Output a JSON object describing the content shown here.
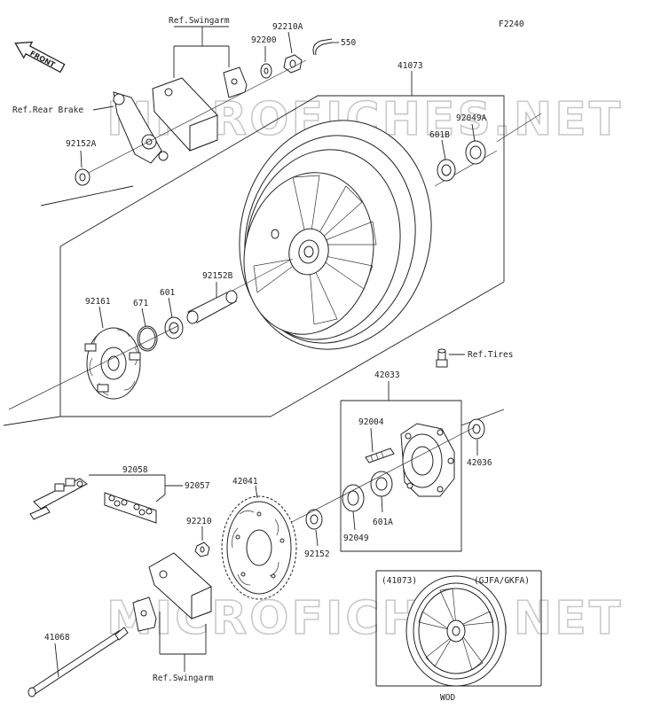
{
  "diagram_code": "F2240",
  "front_arrow_label": "FRONT",
  "watermark": "MICROFICHES.NET",
  "inset": {
    "ref": "(41073)",
    "variant": "(GJFA/GKFA)",
    "caption": "WOD"
  },
  "labels": {
    "ref_swingarm_top": "Ref.Swingarm",
    "ref_swingarm_bottom": "Ref.Swingarm",
    "ref_rear_brake": "Ref.Rear Brake",
    "ref_tires": "Ref.Tires",
    "p92210A": "92210A",
    "p550": "550",
    "p92200": "92200",
    "p41073": "41073",
    "p92049A": "92049A",
    "p601B": "601B",
    "p92152A": "92152A",
    "p92152B": "92152B",
    "p92161": "92161",
    "p671": "671",
    "p601": "601",
    "p42033": "42033",
    "p92004": "92004",
    "p42036": "42036",
    "p92058": "92058",
    "p92057": "92057",
    "p42041": "42041",
    "p92210": "92210",
    "p601A": "601A",
    "p92049": "92049",
    "p92152": "92152",
    "p41068": "41068"
  }
}
